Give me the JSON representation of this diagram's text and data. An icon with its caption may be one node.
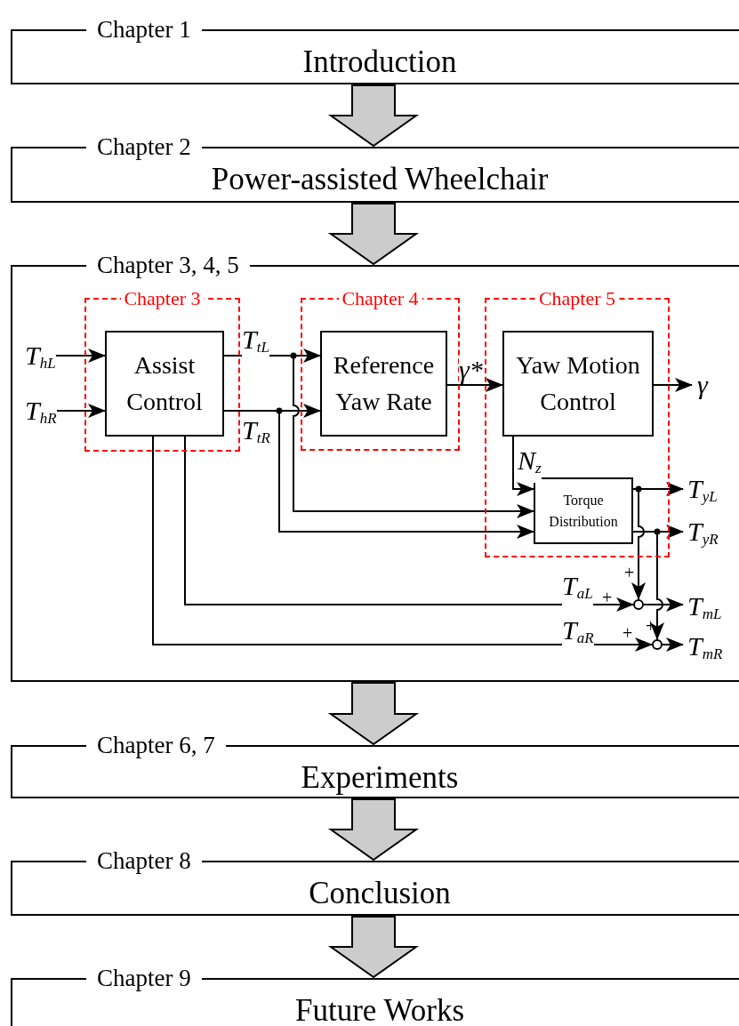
{
  "diagram": {
    "nodes": [
      {
        "text": [
          "Chapter 1",
          "Introduction"
        ]
      },
      {
        "text": [
          "Chapter 2",
          "Power-assisted Wheelchair"
        ]
      },
      {
        "text": [
          "Chapter 3, 4, 5"
        ]
      },
      {
        "text": [
          "Chapter 3"
        ],
        "in": 2
      },
      {
        "text": [
          "Assist Control"
        ],
        "in": 3
      },
      {
        "text": [
          "Chapter 4"
        ],
        "in": 2
      },
      {
        "text": [
          "Reference Yaw Rate"
        ],
        "in": 5
      },
      {
        "text": [
          "Chapter 5"
        ],
        "in": 2
      },
      {
        "text": [
          "Yaw Motion Control"
        ],
        "in": 7
      },
      {
        "text": [
          "Torque Distribution"
        ],
        "in": 7
      },
      {
        "text": [],
        "shape": "circle",
        "in": 2
      },
      {
        "text": [],
        "shape": "circle",
        "in": 2
      },
      {
        "text": [
          "Chapter 6, 7",
          "Experiments"
        ]
      },
      {
        "text": [
          "Chapter 8",
          "Conclusion"
        ]
      },
      {
        "text": [
          "Chapter 9",
          "Future Works"
        ]
      }
    ],
    "edges": [
      {
        "from": 0,
        "to": 1,
        "arrow": "to"
      },
      {
        "from": 1,
        "to": 2,
        "arrow": "to"
      },
      {
        "from": null,
        "to": 4,
        "arrow": "to",
        "label": "T$_{hL}$"
      },
      {
        "from": null,
        "to": 4,
        "arrow": "to",
        "label": "T$_{hR}$"
      },
      {
        "from": 4,
        "to": 6,
        "arrow": "to",
        "label": "T$_{tL}$"
      },
      {
        "from": 4,
        "to": 6,
        "arrow": "to",
        "label": "T$_{tR}$"
      },
      {
        "from": 6,
        "to": 8,
        "arrow": "to",
        "label": "γ*"
      },
      {
        "from": 8,
        "to": null,
        "arrow": "to",
        "label": "γ"
      },
      {
        "from": 8,
        "to": 9,
        "arrow": "to",
        "label": "N$_{z}$"
      },
      {
        "from": 4,
        "to": 9,
        "arrow": "to"
      },
      {
        "from": 4,
        "to": 9,
        "arrow": "to"
      },
      {
        "from": 9,
        "to": null,
        "arrow": "to",
        "label": "T$_{yL}$"
      },
      {
        "from": 9,
        "to": null,
        "arrow": "to",
        "label": "T$_{yR}$"
      },
      {
        "from": 9,
        "to": 10,
        "arrow": "to"
      },
      {
        "from": 9,
        "to": 11,
        "arrow": "to"
      },
      {
        "from": 4,
        "to": 10,
        "arrow": "to",
        "label": "T$_{aL}$"
      },
      {
        "from": 4,
        "to": 11,
        "arrow": "to",
        "label": "T$_{aR}$"
      },
      {
        "from": 10,
        "to": null,
        "arrow": "to",
        "label": "T$_{mL}$"
      },
      {
        "from": 11,
        "to": null,
        "arrow": "to",
        "label": "T$_{mR}$"
      },
      {
        "from": 2,
        "to": 12,
        "arrow": "to"
      },
      {
        "from": 12,
        "to": 13,
        "arrow": "to"
      },
      {
        "from": 13,
        "to": 14,
        "arrow": "to"
      }
    ],
    "labels": [
      "+",
      "+",
      "+",
      "+"
    ]
  }
}
